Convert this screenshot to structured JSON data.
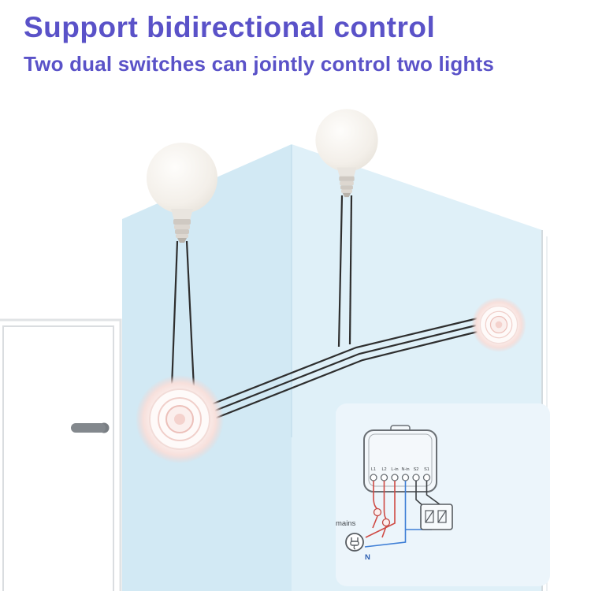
{
  "header": {
    "title": "Support bidirectional control",
    "subtitle": "Two dual switches can jointly control two lights",
    "accent_color": "#5a52c8"
  },
  "scene": {
    "wall_color_left": "#d2e9f4",
    "wall_color_right": "#dff0f8",
    "wire_color": "#2e2e2e",
    "icons": [
      "light-bulb-icon",
      "dimmer-switch-icon",
      "door-handle-icon",
      "power-plug-icon",
      "rocker-switch-symbol-icon"
    ]
  },
  "wiring_diagram": {
    "terminals": [
      "L1",
      "L2",
      "L-in",
      "N-in",
      "S2",
      "S1"
    ],
    "mains_label": "mains",
    "neutral_label": "N",
    "wire_colors": {
      "live": "#cf4a44",
      "neutral": "#3f7fd6",
      "switch": "#3c4043"
    }
  }
}
